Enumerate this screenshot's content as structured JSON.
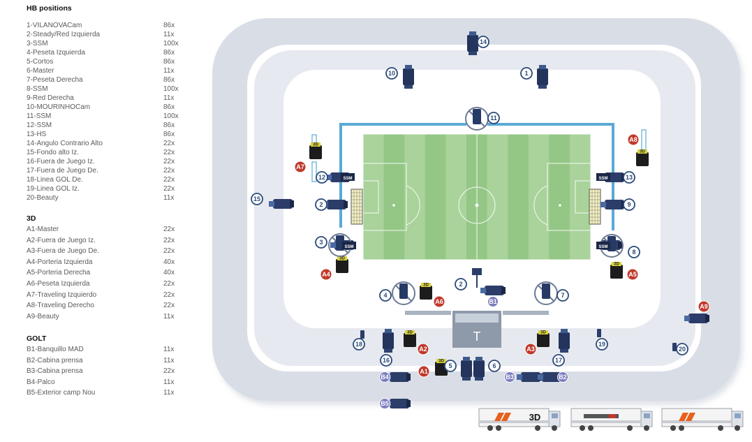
{
  "sections": [
    {
      "title": "HB positions",
      "items": [
        {
          "name": "1-VILANOVACam",
          "zoom": "86x"
        },
        {
          "name": "2-Steady/Red Izquierda",
          "zoom": "11x"
        },
        {
          "name": "3-SSM",
          "zoom": "100x"
        },
        {
          "name": "4-Peseta Izquierda",
          "zoom": "86x"
        },
        {
          "name": "5-Cortos",
          "zoom": "86x"
        },
        {
          "name": "6-Master",
          "zoom": "11x"
        },
        {
          "name": "7-Peseta Derecha",
          "zoom": "86x"
        },
        {
          "name": "8-SSM",
          "zoom": "100x"
        },
        {
          "name": "9-Red Derecha",
          "zoom": "11x"
        },
        {
          "name": "10-MOURINHOCam",
          "zoom": "86x"
        },
        {
          "name": "11-SSM",
          "zoom": "100x"
        },
        {
          "name": "12-SSM",
          "zoom": "86x"
        },
        {
          "name": "13-HS",
          "zoom": "86x"
        },
        {
          "name": "14-Angulo Contrario  Alto",
          "zoom": "22x"
        },
        {
          "name": "15-Fondo alto Iz.",
          "zoom": "22x"
        },
        {
          "name": "16-Fuera de Juego Iz.",
          "zoom": "22x"
        },
        {
          "name": "17-Fuera de Juego De.",
          "zoom": "22x"
        },
        {
          "name": "18-Linea GOL De.",
          "zoom": "22x"
        },
        {
          "name": "19-Linea GOL Iz.",
          "zoom": "22x"
        },
        {
          "name": "20-Beauty",
          "zoom": "11x"
        }
      ]
    },
    {
      "title": "3D",
      "items": [
        {
          "name": "A1-Master",
          "zoom": "22x"
        },
        {
          "name": "A2-Fuera de Juego Iz.",
          "zoom": "22x"
        },
        {
          "name": "A3-Fuera de Juego De.",
          "zoom": "22x"
        },
        {
          "name": "A4-Porteria Izquierda",
          "zoom": "40x"
        },
        {
          "name": "A5-Porteria Derecha",
          "zoom": "40x"
        },
        {
          "name": "A6-Peseta Izquierda",
          "zoom": "22x"
        },
        {
          "name": "A7-Traveling Izquierdo",
          "zoom": "22x"
        },
        {
          "name": "A8-Traveling Derecho",
          "zoom": "22x"
        },
        {
          "name": "A9-Beauty",
          "zoom": "11x"
        }
      ]
    },
    {
      "title": "GOLT",
      "items": [
        {
          "name": "B1-Banquillo  MAD",
          "zoom": "11x"
        },
        {
          "name": "B2-Cabina prensa",
          "zoom": "11x"
        },
        {
          "name": "B3-Cabina prensa",
          "zoom": "22x"
        },
        {
          "name": "B4-Palco",
          "zoom": "11x"
        },
        {
          "name": "B5-Exterior camp Nou",
          "zoom": "11x"
        }
      ]
    }
  ],
  "map": {
    "tunnel_label": "T",
    "ssm_label": "SSM",
    "cam3d_label": "3D",
    "truck_label": "3D",
    "hb_markers": [
      "1",
      "2",
      "3",
      "4",
      "5",
      "6",
      "7",
      "8",
      "9",
      "10",
      "11",
      "12",
      "13",
      "14",
      "15",
      "16",
      "17",
      "18",
      "19",
      "20",
      "2"
    ],
    "a_markers": [
      "A1",
      "A2",
      "A3",
      "A4",
      "A5",
      "A6",
      "A7",
      "A8",
      "A9"
    ],
    "b_markers": [
      "B1",
      "B2",
      "B3",
      "B4",
      "B5"
    ],
    "colors": {
      "hb_badge": "#2b4a7a",
      "a_badge": "#c0392b",
      "b_badge": "#7d7fbf",
      "pitch_light": "#a9d39b",
      "pitch_dark": "#94c786",
      "rail": "#5aa9d6",
      "truck_accent": "#e8601c"
    }
  }
}
